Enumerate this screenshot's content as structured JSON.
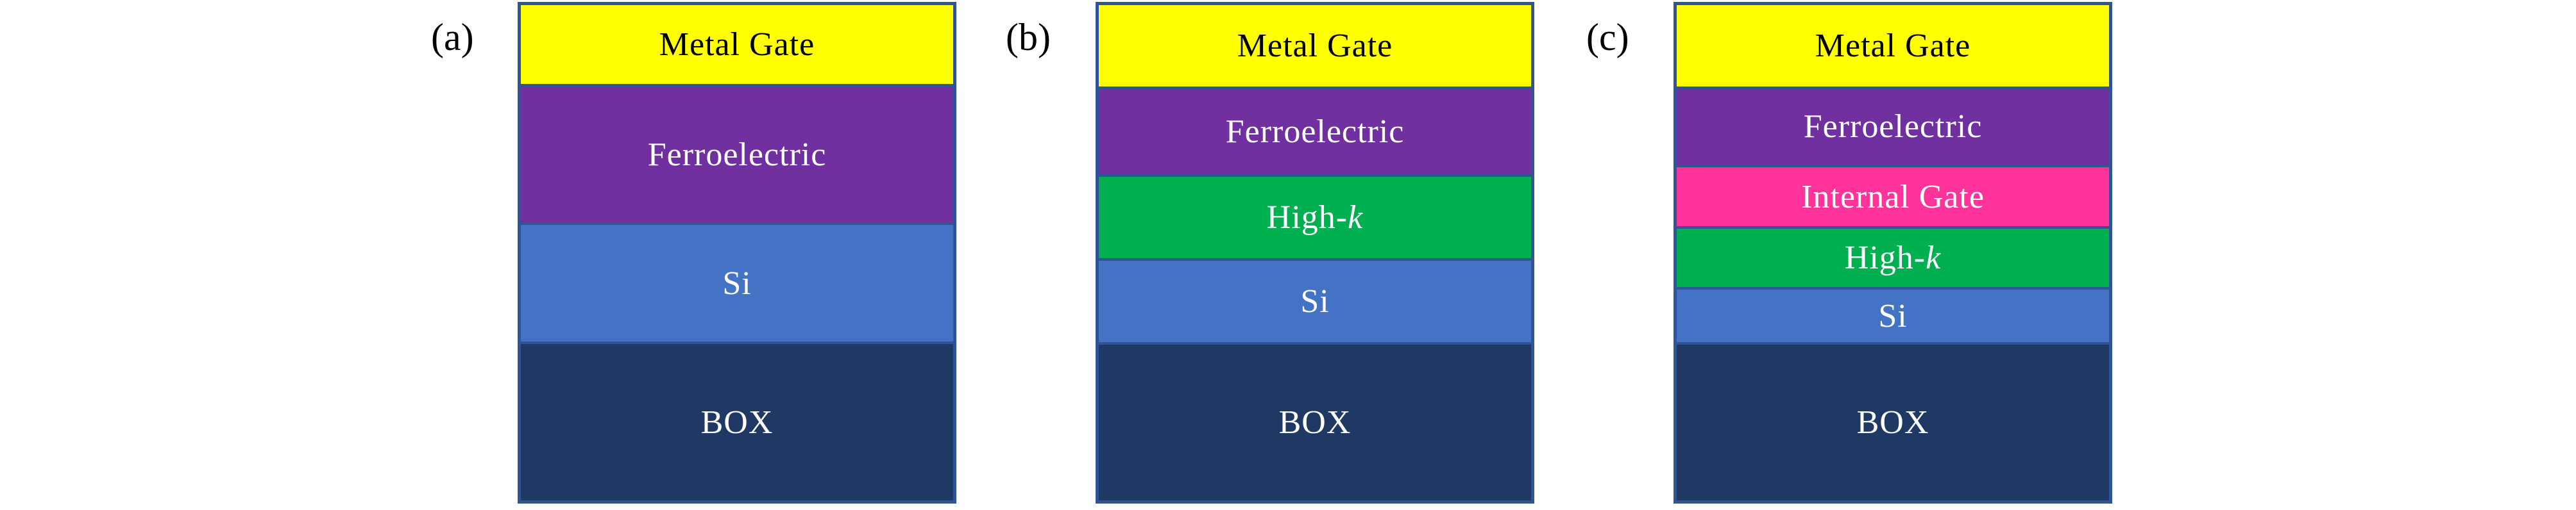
{
  "figure": {
    "panels": [
      {
        "id": "a",
        "label": "(a)",
        "layers": [
          {
            "name": "Metal Gate",
            "color": "#FFFF00",
            "text_color": "#000000",
            "thickness": 0.162
          },
          {
            "name": "Ferroelectric",
            "color": "#7030A0",
            "text_color": "#FFFFFF",
            "thickness": 0.278
          },
          {
            "name": "Si",
            "color": "#4472C4",
            "text_color": "#FFFFFF",
            "thickness": 0.24
          },
          {
            "name": "BOX",
            "color": "#203864",
            "text_color": "#FFFFFF",
            "thickness": 0.32
          }
        ]
      },
      {
        "id": "b",
        "label": "(b)",
        "layers": [
          {
            "name": "Metal Gate",
            "color": "#FFFF00",
            "text_color": "#000000",
            "thickness": 0.168
          },
          {
            "name": "Ferroelectric",
            "color": "#7030A0",
            "text_color": "#FFFFFF",
            "thickness": 0.175
          },
          {
            "name": "High-",
            "name_italic": "k",
            "color": "#00B050",
            "text_color": "#FFFFFF",
            "thickness": 0.168
          },
          {
            "name": "Si",
            "color": "#4472C4",
            "text_color": "#FFFFFF",
            "thickness": 0.168
          },
          {
            "name": "BOX",
            "color": "#203864",
            "text_color": "#FFFFFF",
            "thickness": 0.321
          }
        ]
      },
      {
        "id": "c",
        "label": "(c)",
        "layers": [
          {
            "name": "Metal Gate",
            "color": "#FFFF00",
            "text_color": "#000000",
            "thickness": 0.168
          },
          {
            "name": "Ferroelectric",
            "color": "#7030A0",
            "text_color": "#FFFFFF",
            "thickness": 0.158
          },
          {
            "name": "Internal Gate",
            "color": "#FF3399",
            "text_color": "#FFFFFF",
            "thickness": 0.121
          },
          {
            "name": "High-",
            "name_italic": "k",
            "color": "#00B050",
            "text_color": "#FFFFFF",
            "thickness": 0.122
          },
          {
            "name": "Si",
            "color": "#4472C4",
            "text_color": "#FFFFFF",
            "thickness": 0.108
          },
          {
            "name": "BOX",
            "color": "#203864",
            "text_color": "#FFFFFF",
            "thickness": 0.323
          }
        ]
      }
    ],
    "border_color": "#2F5597"
  }
}
